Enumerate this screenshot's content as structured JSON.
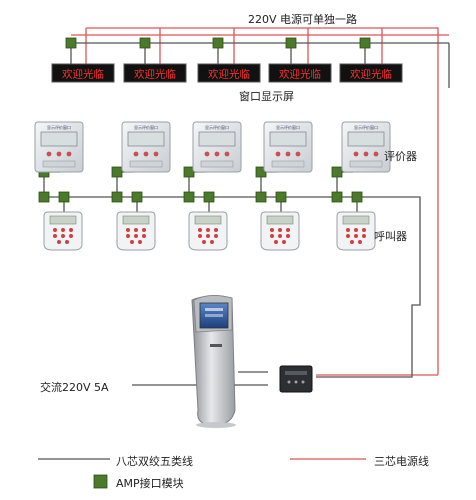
{
  "labels": {
    "power_top": "220V 电源可单独一路",
    "window_screen": "窗口显示屏",
    "evaluator": "评价器",
    "caller": "呼叫器",
    "ac_power": "交流220V 5A"
  },
  "screen_text": "欢迎光临",
  "evaluator_title": "显示评价窗口",
  "legend": {
    "twisted_pair": "八芯双绞五类线",
    "power_cable": "三芯电源线",
    "amp_module": "AMP接口模块"
  },
  "colors": {
    "power_line": "#e05555",
    "data_line": "#555555",
    "amp_module": "#4a7a2a",
    "led_text": "#ff3030",
    "led_bg": "#111111"
  },
  "device_count": 5
}
